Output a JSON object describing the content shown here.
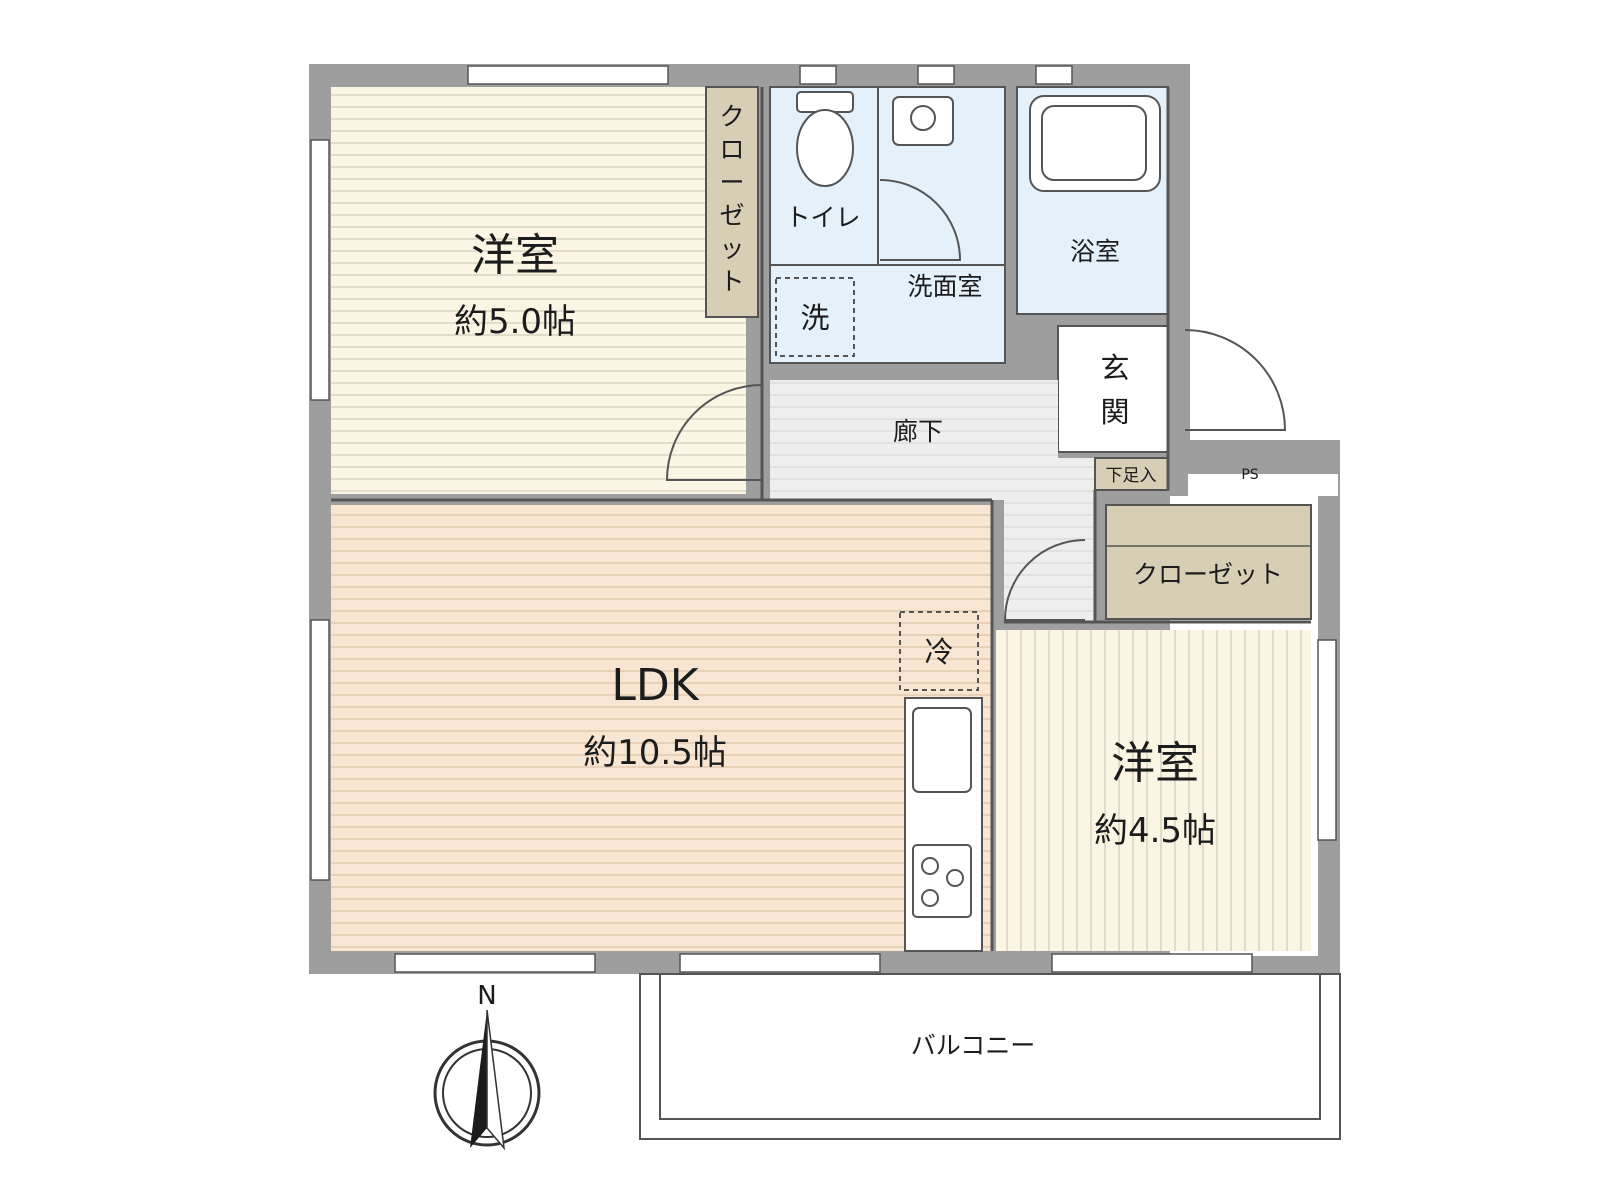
{
  "rooms": {
    "western_room_1": {
      "name": "洋室",
      "area": "約5.0帖"
    },
    "western_room_2": {
      "name": "洋室",
      "area": "約4.5帖"
    },
    "ldk": {
      "name": "LDK",
      "area": "約10.5帖"
    },
    "toilet": "トイレ",
    "washroom": "洗面室",
    "bathroom": "浴室",
    "entrance": [
      "玄",
      "関"
    ],
    "hallway": "廊下",
    "closet_vertical": [
      "ク",
      "ロ",
      "ー",
      "ゼ",
      "ッ",
      "ト"
    ],
    "closet_horizontal": "クローゼット",
    "shoe_box": "下足入",
    "pipe_space": "PS",
    "washer": "洗",
    "fridge": "冷",
    "balcony": "バルコニー"
  },
  "compass": {
    "north": "N"
  },
  "colors": {
    "wall": "#9b9b9b",
    "wall_dark": "#4a4a4a",
    "western_floor": "#fbf5e3",
    "ldk_floor": "#f9e6d2",
    "wet_area": "#e4f1fb",
    "hallway": "#eeeeee",
    "closet": "#d8ceb5",
    "line": "#333333"
  }
}
